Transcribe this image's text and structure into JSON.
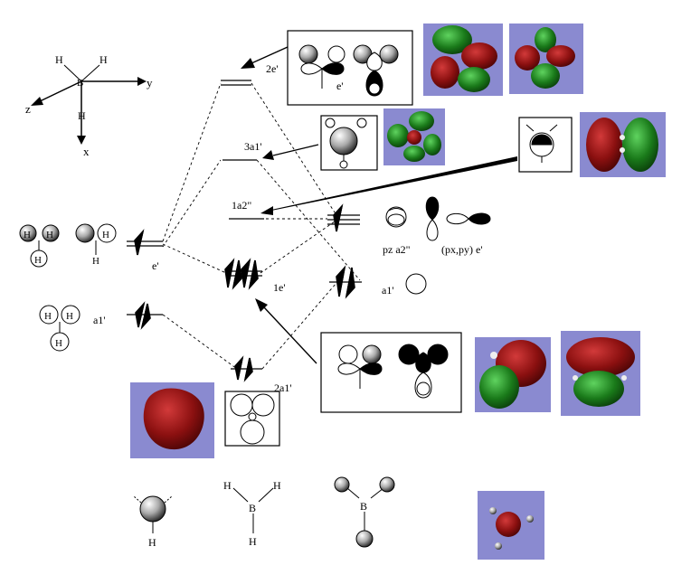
{
  "axes": {
    "z": "z",
    "y": "y",
    "x": "x",
    "center_atom": "B",
    "h1": "H",
    "h2": "H",
    "h3": "H"
  },
  "levels": {
    "e2": "2e'",
    "a1_3": "3a1'",
    "a2_1": "1a2\"",
    "e1": "1e'",
    "a1_2": "2a1'",
    "left_e": "e'",
    "left_a1": "a1'",
    "right_a1": "a1'"
  },
  "box_labels": {
    "e_prime": "e'"
  },
  "right_labels": {
    "pz": "pz a2\"",
    "pxpy": "(px,py) e'"
  },
  "h_atoms": {
    "h": "H"
  },
  "bottom": {
    "b": "B",
    "h": "H"
  },
  "colors": {
    "lobe_red": "#8b1010",
    "lobe_green": "#1a7a1a",
    "orbital_bg": "#8a8ad0"
  }
}
